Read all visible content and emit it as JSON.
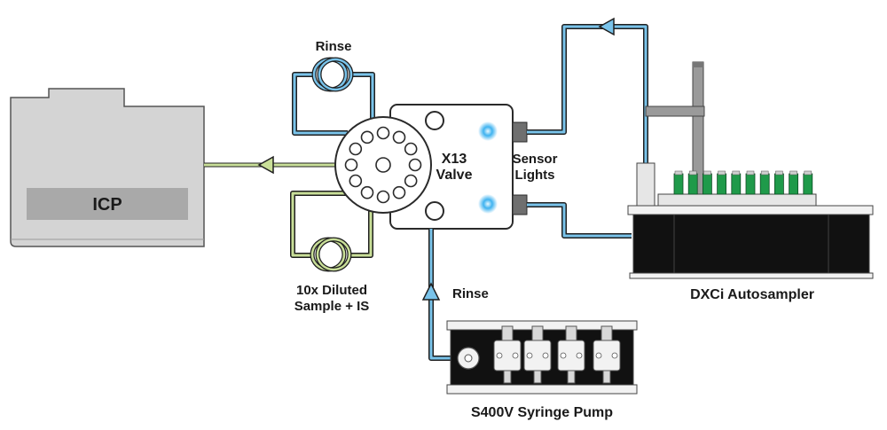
{
  "labels": {
    "icp": "ICP",
    "rinse_loop": "Rinse",
    "valve_line1": "X13",
    "valve_line2": "Valve",
    "sensor_line1": "Sensor",
    "sensor_line2": "Lights",
    "sample_line1": "10x Diluted",
    "sample_line2": "Sample + IS",
    "rinse_pump": "Rinse",
    "autosampler": "DXCi Autosampler",
    "syringe_pump": "S400V Syringe Pump"
  },
  "colors": {
    "tubing_blue": "#79c3ea",
    "tubing_green": "#c9df98",
    "sensor_light": "#3fb3f0",
    "vial_green": "#1f9a4a",
    "instrument_gray": "#d4d4d4",
    "label_bar_gray": "#a9a9a9"
  },
  "icons": {
    "flow_arrow": "triangle-arrow",
    "rinse_coil": "coil-loop",
    "sample_coil": "coil-loop"
  }
}
